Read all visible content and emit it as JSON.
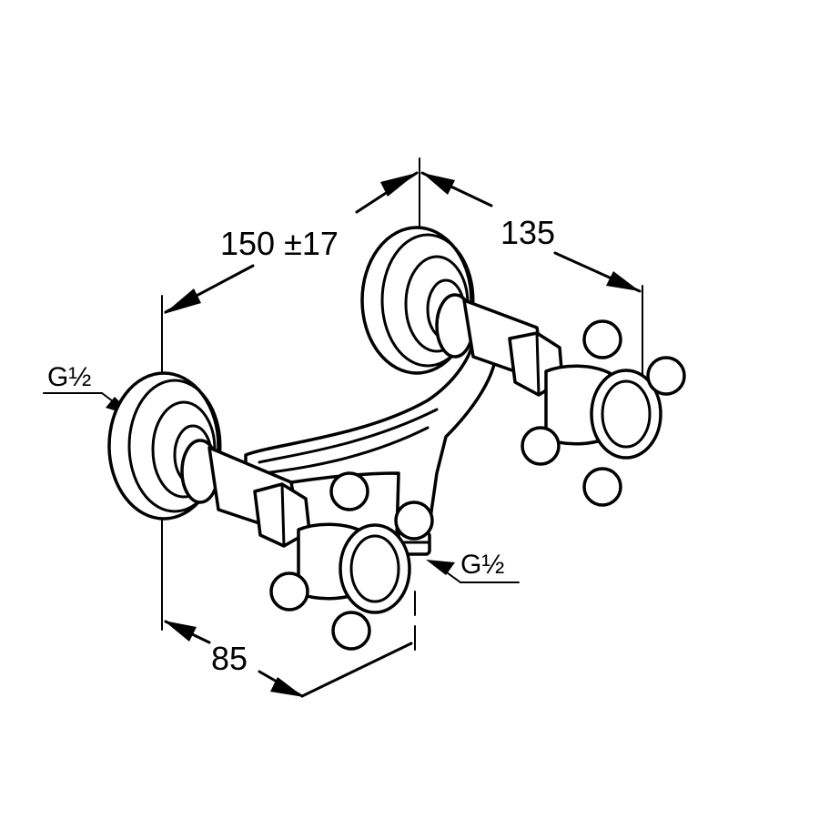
{
  "dimensions": {
    "width_label": "150 ±17",
    "depth_label": "135",
    "projection_label": "85"
  },
  "threads": {
    "left_inlet": "G½",
    "outlet": "G½"
  }
}
